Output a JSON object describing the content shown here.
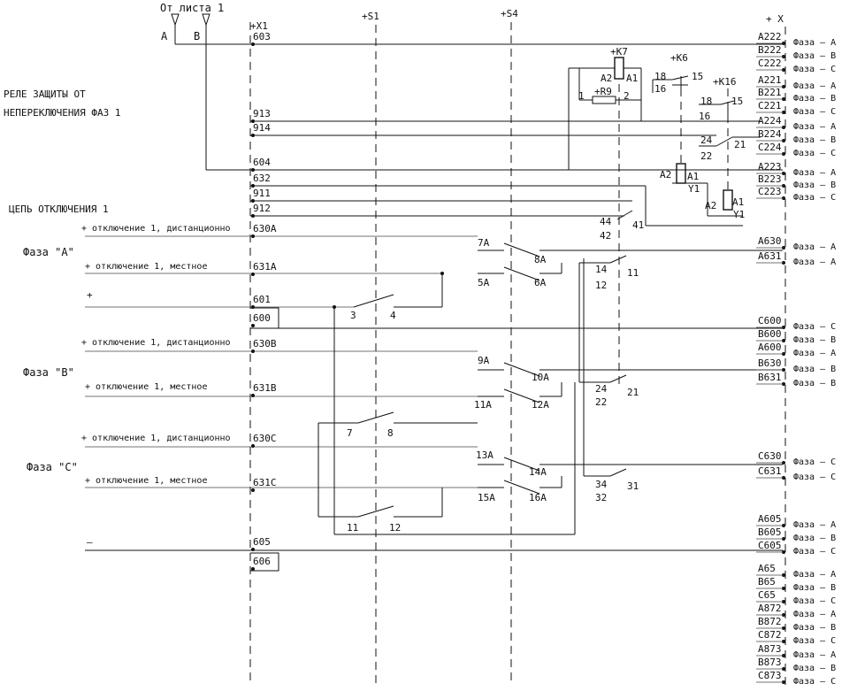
{
  "header": {
    "from_sheet": "От листа 1",
    "in_a": "A",
    "in_b": "B"
  },
  "columns": {
    "x1": "+X1",
    "s1": "+S1",
    "s4": "+S4",
    "x": "+ X"
  },
  "left_labels": {
    "relay": "РЕЛЕ ЗАЩИТЫ ОТ",
    "relay2": "НЕПЕРЕКЛЮЧЕНИЯ ФАЗ 1",
    "trip_circuit": "ЦЕПЬ ОТКЛЮЧЕНИЯ 1",
    "phase_a": "Фаза \"A\"",
    "phase_b": "Фаза \"B\"",
    "phase_c": "Фаза \"C\"",
    "remote": "+ отключение 1, дистанционно",
    "local": "+ отключение 1, местное",
    "plus": "+",
    "minus": "–"
  },
  "x1_terminals": [
    "603",
    "913",
    "914",
    "604",
    "632",
    "911",
    "912",
    "630A",
    "631A",
    "601",
    "600",
    "630B",
    "631B",
    "630C",
    "631C",
    "605",
    "606"
  ],
  "s1_contacts": [
    "3",
    "4",
    "7",
    "8",
    "11",
    "12"
  ],
  "s4_contacts": [
    "7A",
    "8A",
    "5A",
    "6A",
    "9A",
    "10A",
    "11A",
    "12A",
    "13A",
    "14A",
    "15A",
    "16A"
  ],
  "relays": {
    "k7": "+K7",
    "r9": "+R9",
    "k6": "+K6",
    "k16": "+K16",
    "a1": "A1",
    "a2": "A2",
    "y1": "Y1",
    "c1": "1",
    "c2": "2",
    "c15": "15",
    "c16": "16",
    "c18": "18",
    "c24": "24",
    "c21": "21",
    "c22": "22",
    "c44": "44",
    "c41": "41",
    "c42": "42",
    "c14": "14",
    "c11": "11",
    "c12": "12",
    "c34": "34",
    "c31": "31",
    "c32": "32"
  },
  "x_terminals": [
    {
      "id": "A222",
      "phase": "Фаза – A"
    },
    {
      "id": "B222",
      "phase": "Фаза – B"
    },
    {
      "id": "C222",
      "phase": "Фаза – C"
    },
    {
      "id": "A221",
      "phase": "Фаза – A"
    },
    {
      "id": "B221",
      "phase": "Фаза – B"
    },
    {
      "id": "C221",
      "phase": "Фаза – C"
    },
    {
      "id": "A224",
      "phase": "Фаза – A"
    },
    {
      "id": "B224",
      "phase": "Фаза – B"
    },
    {
      "id": "C224",
      "phase": "Фаза – C"
    },
    {
      "id": "A223",
      "phase": "Фаза – A"
    },
    {
      "id": "B223",
      "phase": "Фаза – B"
    },
    {
      "id": "C223",
      "phase": "Фаза – C"
    },
    {
      "id": "A630",
      "phase": "Фаза – A"
    },
    {
      "id": "A631",
      "phase": "Фаза – A"
    },
    {
      "id": "C600",
      "phase": "Фаза – C"
    },
    {
      "id": "B600",
      "phase": "Фаза – B"
    },
    {
      "id": "A600",
      "phase": "Фаза – A"
    },
    {
      "id": "B630",
      "phase": "Фаза – B"
    },
    {
      "id": "B631",
      "phase": "Фаза – B"
    },
    {
      "id": "C630",
      "phase": "Фаза – C"
    },
    {
      "id": "C631",
      "phase": "Фаза – C"
    },
    {
      "id": "A605",
      "phase": "Фаза – A"
    },
    {
      "id": "B605",
      "phase": "Фаза – B"
    },
    {
      "id": "C605",
      "phase": "Фаза – C"
    },
    {
      "id": "A65",
      "phase": "Фаза – A"
    },
    {
      "id": "B65",
      "phase": "Фаза – B"
    },
    {
      "id": "C65",
      "phase": "Фаза – C"
    },
    {
      "id": "A872",
      "phase": "Фаза – A"
    },
    {
      "id": "B872",
      "phase": "Фаза – B"
    },
    {
      "id": "C872",
      "phase": "Фаза – C"
    },
    {
      "id": "A873",
      "phase": "Фаза – A"
    },
    {
      "id": "B873",
      "phase": "Фаза – B"
    },
    {
      "id": "C873",
      "phase": "Фаза – C"
    }
  ]
}
